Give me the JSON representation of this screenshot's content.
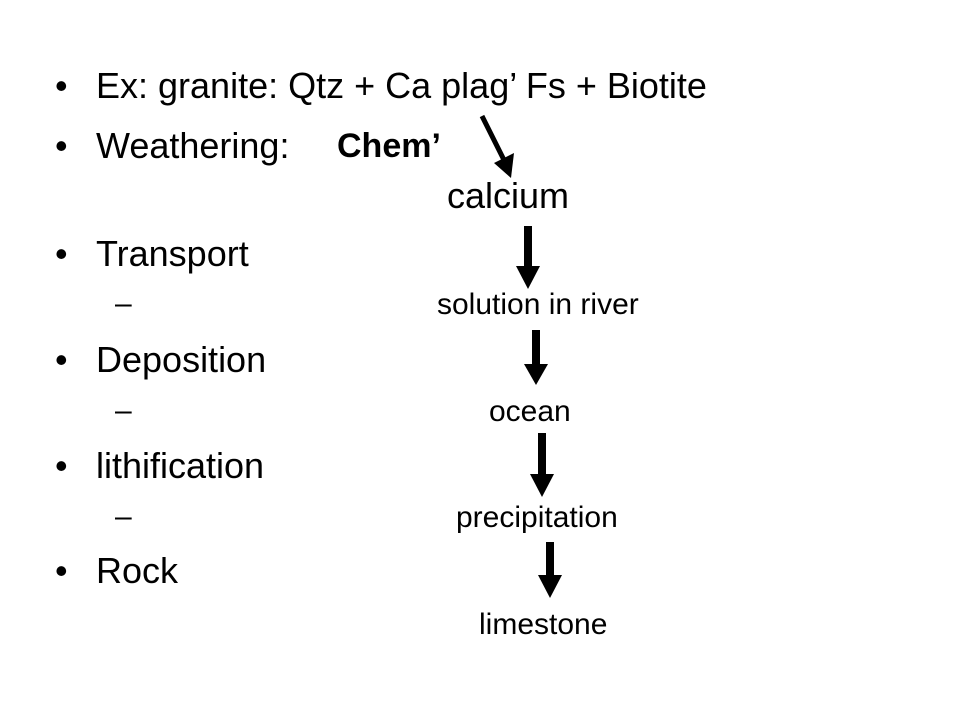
{
  "bullets": [
    {
      "marker": "•",
      "text": "Ex: granite:  Qtz + Ca plag’ Fs + Biotite"
    },
    {
      "marker": "•",
      "text": "Weathering:",
      "emphasis": "Chem’"
    },
    {
      "marker": "•",
      "text": "Transport",
      "sub": {
        "marker": "–"
      }
    },
    {
      "marker": "•",
      "text": "Deposition",
      "sub": {
        "marker": "–"
      }
    },
    {
      "marker": "•",
      "text": "lithification",
      "sub": {
        "marker": "–"
      }
    },
    {
      "marker": "•",
      "text": "Rock"
    }
  ],
  "flow": {
    "calcium": "calcium",
    "solution": "solution in river",
    "ocean": "ocean",
    "precipitation": "precipitation",
    "limestone": "limestone"
  },
  "colors": {
    "background": "#ffffff",
    "text": "#000000"
  }
}
